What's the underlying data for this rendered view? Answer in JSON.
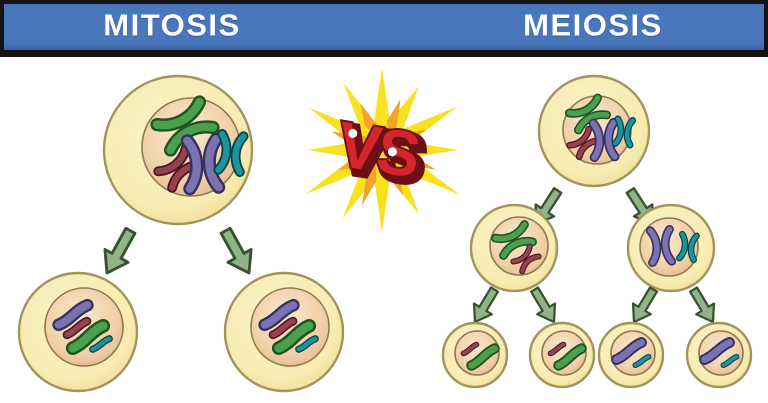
{
  "header": {
    "left_title": "MITOSIS",
    "right_title": "MEIOSIS"
  },
  "versus": {
    "label": "VS"
  },
  "mitosis": {
    "parent_cell": {
      "chromosome_form": "duplicated-x",
      "chromosomes": [
        "green",
        "maroon",
        "purple",
        "teal"
      ]
    },
    "daughter_cells": [
      {
        "chromosome_form": "single",
        "chromosomes": [
          "purple",
          "maroon",
          "green",
          "teal"
        ]
      },
      {
        "chromosome_form": "single",
        "chromosomes": [
          "purple",
          "maroon",
          "green",
          "teal"
        ]
      }
    ]
  },
  "meiosis": {
    "parent_cell": {
      "chromosome_form": "duplicated-x",
      "chromosomes": [
        "green",
        "maroon",
        "purple",
        "teal"
      ]
    },
    "intermediate_cells": [
      {
        "chromosome_form": "duplicated-x",
        "chromosomes": [
          "green",
          "maroon"
        ]
      },
      {
        "chromosome_form": "duplicated-x",
        "chromosomes": [
          "purple",
          "teal"
        ]
      }
    ],
    "final_cells": [
      {
        "chromosome_form": "single",
        "chromosomes": [
          "maroon",
          "green"
        ]
      },
      {
        "chromosome_form": "single",
        "chromosomes": [
          "maroon",
          "green"
        ]
      },
      {
        "chromosome_form": "single",
        "chromosomes": [
          "purple",
          "teal"
        ]
      },
      {
        "chromosome_form": "single",
        "chromosomes": [
          "purple",
          "teal"
        ]
      }
    ]
  },
  "colors": {
    "background": "#ffffff",
    "header-blue": "#4a77bc",
    "header-border": "#141414",
    "title-text": "#ffffff",
    "cell-border": "#a1945c",
    "nucleus-border": "#8d7a4e",
    "chrom-green": "#4ba04f",
    "chrom-green-dark": "#1e5421",
    "chrom-maroon": "#96424f",
    "chrom-maroon-dark": "#4a161f",
    "chrom-purple": "#7a72b1",
    "chrom-purple-dark": "#37305f",
    "chrom-teal": "#1d939c",
    "chrom-teal-dark": "#07424a",
    "arrow-fill": "#8fb487",
    "arrow-border": "#3a512f",
    "burst-yellow": "#f8e11f",
    "burst-orange": "#f2a42a",
    "vs-red": "#d6252b",
    "vs-dark": "#6d1015"
  }
}
